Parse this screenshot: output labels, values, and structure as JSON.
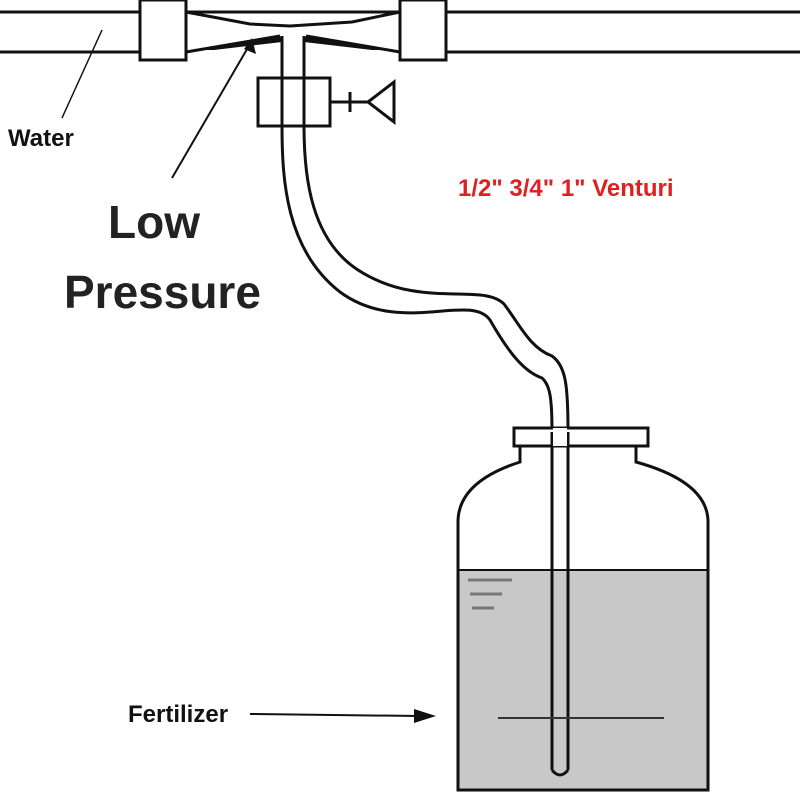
{
  "labels": {
    "water": "Water",
    "low_pressure_line1": "Low",
    "low_pressure_line2": "Pressure",
    "product": "1/2\" 3/4\" 1\" Venturi",
    "fertilizer": "Fertilizer"
  },
  "colors": {
    "stroke": "#111111",
    "liquid": "#c8c8c8",
    "accent_text": "#e02020"
  }
}
